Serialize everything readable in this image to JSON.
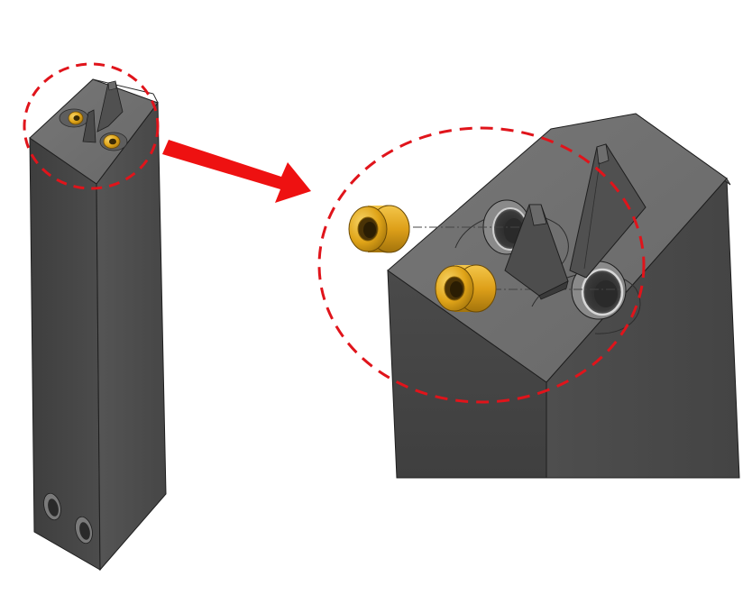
{
  "figure": {
    "description_visible_text": "",
    "colors": {
      "background": "#ffffff",
      "body_dark": "#474747",
      "body_mid": "#585858",
      "body_top": "#6e6e6e",
      "edge": "#1e1e1e",
      "bushing_gold": "#e0a418",
      "bushing_gold_dark": "#9a6e0a",
      "bushing_gold_light": "#f6cf5a",
      "highlight_circle": "#e0141b",
      "arrow": "#ee1111"
    },
    "parts": [
      "tool-post-overview",
      "detail-view",
      "bushing-1",
      "bushing-2",
      "blade-left",
      "blade-right"
    ]
  }
}
